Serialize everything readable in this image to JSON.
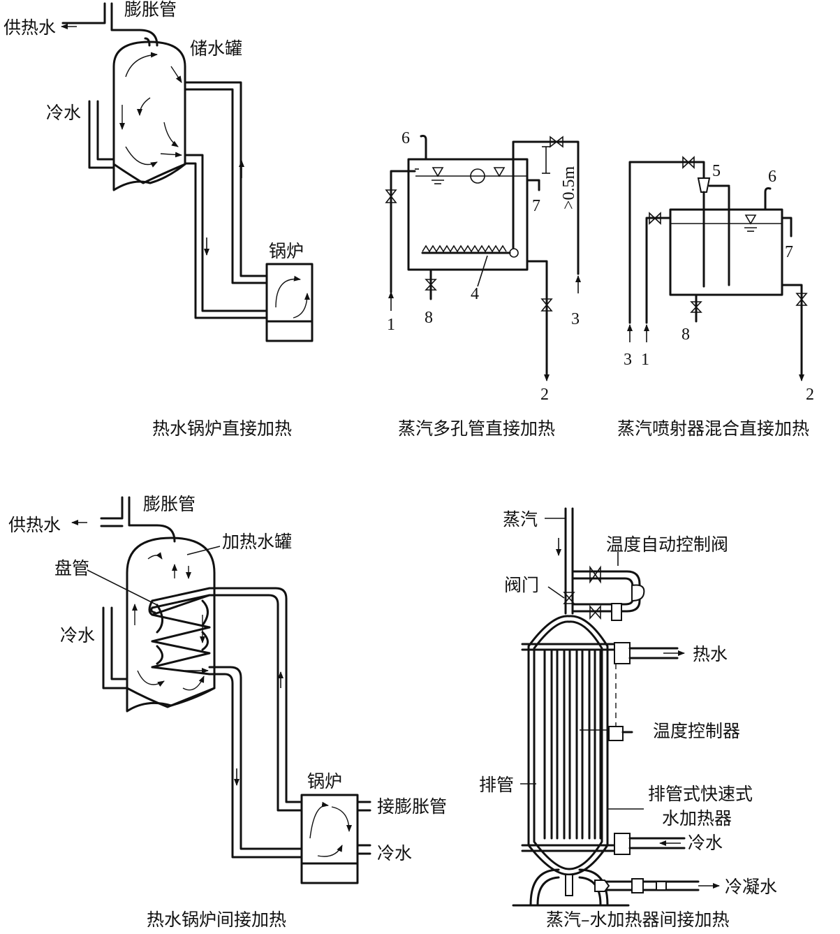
{
  "panel1": {
    "expansion_pipe": "膨胀管",
    "hot_water_supply": "供热水",
    "storage_tank": "储水罐",
    "cold_water": "冷水",
    "boiler": "锅炉",
    "caption": "热水锅炉直接加热"
  },
  "panel2": {
    "n1": "1",
    "n2": "2",
    "n3": "3",
    "n4": "4",
    "n6": "6",
    "n7": "7",
    "n8": "8",
    "dimension": ">0.5m",
    "caption": "蒸汽多孔管直接加热"
  },
  "panel3": {
    "n1": "1",
    "n2": "2",
    "n3": "3",
    "n5": "5",
    "n6": "6",
    "n7": "7",
    "n8": "8",
    "caption": "蒸汽喷射器混合直接加热"
  },
  "panel4": {
    "expansion_pipe": "膨胀管",
    "hot_water_supply": "供热水",
    "heating_tank": "加热水罐",
    "coil": "盘管",
    "cold_water": "冷水",
    "boiler": "锅炉",
    "to_expansion_pipe": "接膨胀管",
    "boiler_cold_water": "冷水",
    "caption": "热水锅炉间接加热"
  },
  "panel5": {
    "steam": "蒸汽",
    "temp_control_valve": "温度自动控制阀",
    "valve": "阀门",
    "hot_water": "热水",
    "temp_controller": "温度控制器",
    "tubes": "排管",
    "heater_name_line1": "排管式快速式",
    "heater_name_line2": "水加热器",
    "cold_water": "冷水",
    "condensate": "冷凝水",
    "caption": "蒸汽–水加热器间接加热"
  }
}
